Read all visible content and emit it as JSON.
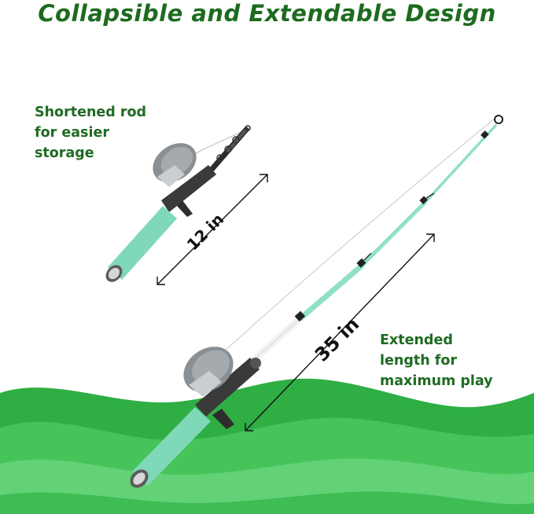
{
  "title": "Collapsible and Extendable Design",
  "left_caption": [
    "Shortened rod",
    "for easier",
    "storage"
  ],
  "right_caption": [
    "Extended",
    "length for",
    "maximum play"
  ],
  "short_measure": "12 in",
  "long_measure": "35 in",
  "colors": {
    "title_green": "#1d6b1f",
    "wave_dark": "#2fae44",
    "wave_mid": "#46c45a",
    "wave_light": "#63d277",
    "handle_mint": "#7fd9b9",
    "reel_grey": "#8a8f93"
  }
}
